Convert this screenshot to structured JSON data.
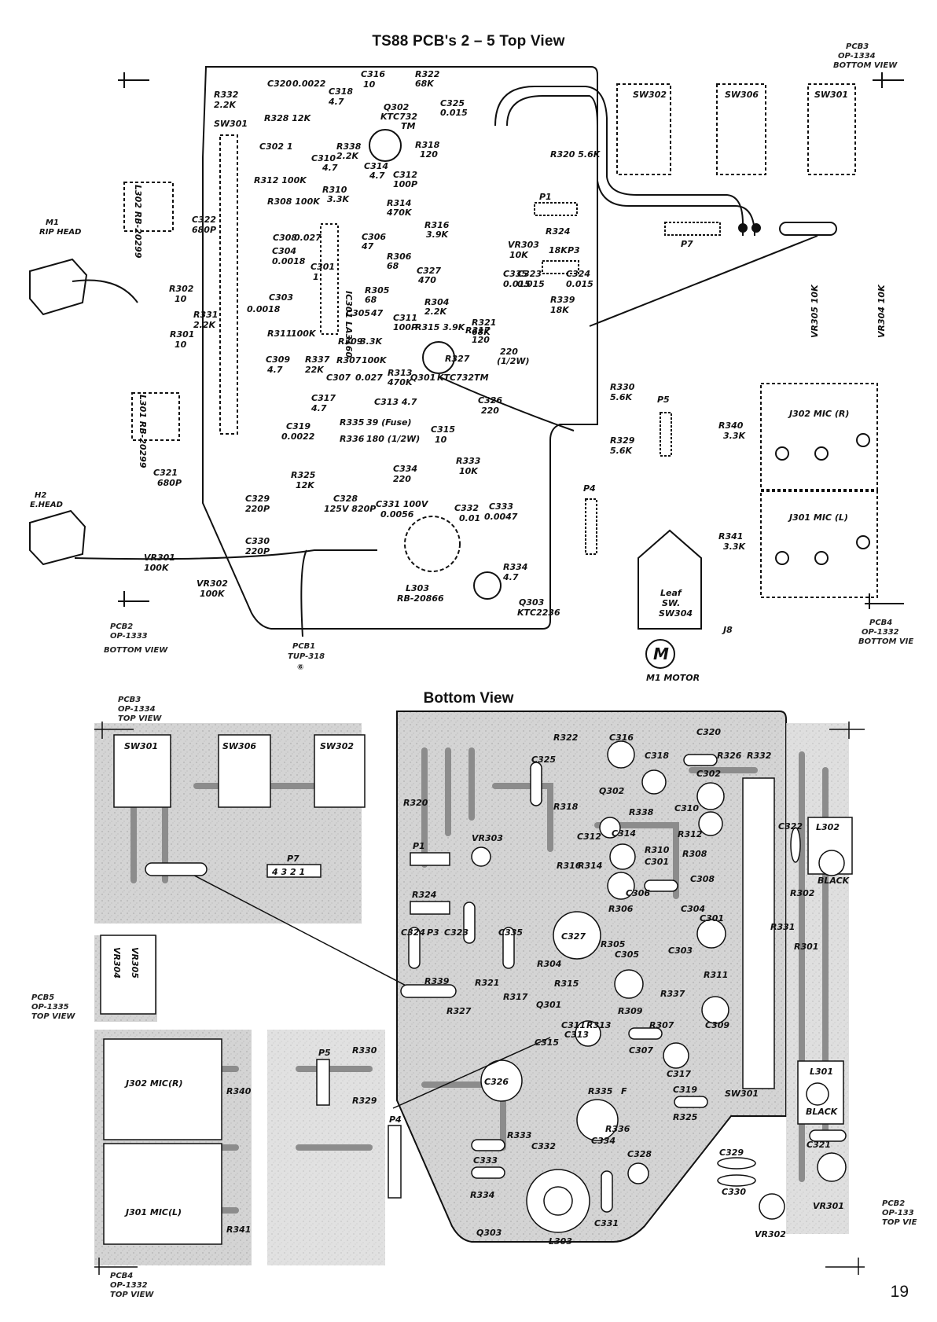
{
  "titles": {
    "top": "TS88 PCB's 2 – 5     Top View",
    "bottom": "Bottom View",
    "page_number": "19"
  },
  "pcb_labels": {
    "pcb3_top": [
      "PCB3",
      "OP-1334",
      "BOTTOM VIEW"
    ],
    "pcb2_left": [
      "PCB2",
      "OP-1333",
      "BOTTOM VIEW"
    ],
    "pcb1": [
      "PCB1",
      "TUP-318",
      "⑥"
    ],
    "pcb4_right": [
      "PCB4",
      "OP-1332",
      "BOTTOM VIE"
    ],
    "pcb3_bottom": [
      "PCB3",
      "OP-1334",
      "TOP VIEW"
    ],
    "pcb5": [
      "PCB5",
      "OP-1335",
      "TOP VIEW"
    ],
    "pcb4_bottom": [
      "PCB4",
      "OP-1332",
      "TOP VIEW"
    ],
    "pcb2_right": [
      "PCB2",
      "OP-133",
      "TOP VIE"
    ]
  },
  "heads": {
    "m1": [
      "M1",
      "RIP HEAD"
    ],
    "h2": [
      "H2",
      "E.HEAD"
    ]
  },
  "top_components": [
    "R332 2.2K",
    "C320 0.0022",
    "C318 4.7",
    "C316 10",
    "R322 68K",
    "C325 0.015",
    "R328 12K",
    "Q302 KTC732 TM",
    "C302 1",
    "C310 4.7",
    "R338 2.2K",
    "R318 120",
    "C314 4.7",
    "C312 100P",
    "R312 100K",
    "R310 3.3K",
    "R314 470K",
    "R320 5.6K",
    "R308 100K",
    "C308 0.027",
    "R316 3.9K",
    "C306 47",
    "C304 0.0018",
    "R306 68",
    "C327 470",
    "C301 1",
    "C303 0.0018",
    "R305 68",
    "R304 2.2K",
    "C305 47",
    "C311 100P",
    "R311 100K",
    "R315 3.9K",
    "R317 120",
    "R321 68K",
    "R309 3.3K",
    "C309 4.7",
    "R337 22K",
    "R307 100K",
    "C307 0.027",
    "R313 470K",
    "Q301 KTC732TM",
    "R327 220 (1/2W)",
    "C317 4.7",
    "C313 4.7",
    "C326 220",
    "C319 0.0022",
    "R335 39 (Fuse)",
    "C315 10",
    "R336 180 (1/2W)",
    "R325 12K",
    "C334 220",
    "R333 10K",
    "C321 680P",
    "C329 220P",
    "C328 125V 820P",
    "C331 100V 0.0056",
    "C332 0.01",
    "C333 0.0047",
    "C330 220P",
    "R334 4.7",
    "L303 RB-20866",
    "Q303 KTC2236",
    "VR301 100K",
    "VR302 100K",
    "C322 680P",
    "R302 10",
    "R301 10",
    "R331 2.2K",
    "L302 RB-20299",
    "L301 RB-20299",
    "VR303 10K",
    "R324 18K",
    "C335 0.015",
    "C323 0.015",
    "C324 0.015",
    "R339 18K",
    "R330 5.6K",
    "R329 5.6K",
    "R340 3.3K",
    "R341 3.3K",
    "VR305 10K",
    "VR304 10K",
    "SW301",
    "SW302",
    "SW306",
    "LA3160",
    "P1",
    "P3",
    "P4",
    "P5",
    "P7",
    "J8",
    "J302 MIC (R)",
    "J301 MIC (L)",
    "Leaf SW. SW304",
    "M1 MOTOR"
  ],
  "bottom_components": [
    "SW301",
    "SW306",
    "SW302",
    "P7",
    "R322",
    "C316",
    "C320",
    "C325",
    "C318",
    "R326",
    "R332",
    "C302",
    "R320",
    "Q302",
    "R318",
    "R338",
    "C310",
    "C312",
    "C314",
    "R312",
    "C322",
    "L302",
    "BLACK",
    "P1",
    "VR303",
    "R316",
    "R314",
    "R310",
    "R308",
    "R324",
    "C306",
    "C308",
    "R306",
    "C304",
    "R302",
    "C327",
    "C301",
    "R331",
    "R301",
    "P3",
    "C324",
    "C323",
    "C335",
    "R305",
    "C303",
    "R304",
    "C305",
    "R311",
    "R339",
    "R321",
    "R315",
    "R317",
    "Q301",
    "R337",
    "R327",
    "R309",
    "C311",
    "R313",
    "R307",
    "C309",
    "C313",
    "C315",
    "C307",
    "C317",
    "L301",
    "P5",
    "R330",
    "C326",
    "R335",
    "F",
    "R329",
    "R336",
    "C319",
    "SW301",
    "J302 MIC(R)",
    "R340",
    "R333",
    "C321",
    "R325",
    "C332",
    "C334",
    "P4",
    "C333",
    "C328",
    "C329",
    "R334",
    "C330",
    "C331",
    "VR301",
    "L303",
    "Q303",
    "VR302",
    "J301 MIC(L)",
    "R341",
    "VR304",
    "VR305"
  ],
  "colors": {
    "ink": "#111111",
    "board_fill": "#c9c9c9",
    "trace": "#9a9a9a",
    "paper": "#ffffff"
  }
}
